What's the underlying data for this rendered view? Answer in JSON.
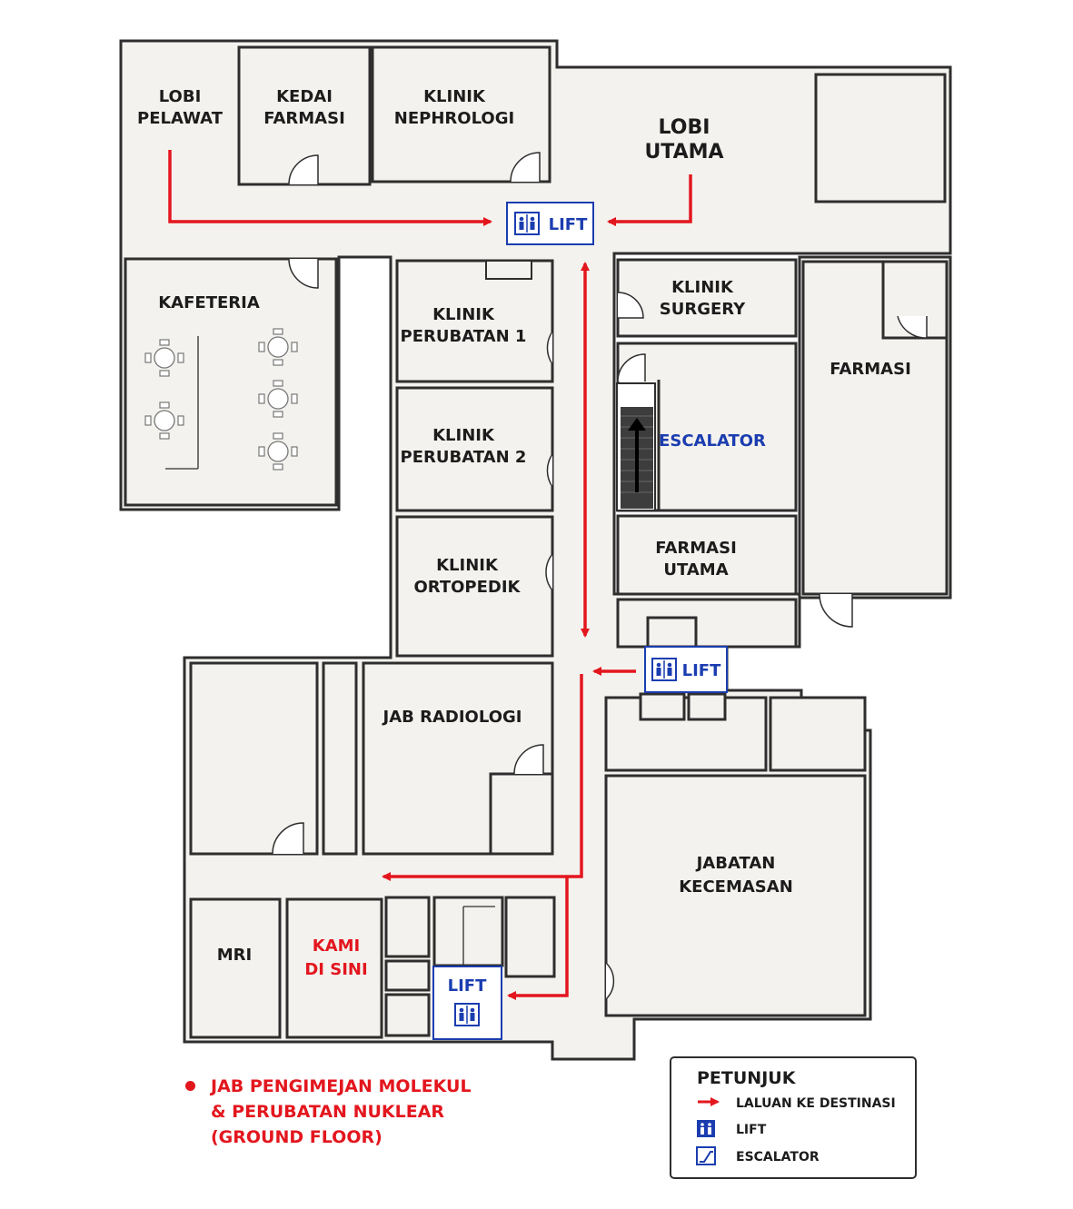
{
  "rooms": {
    "lobi_pelawat": [
      "LOBI",
      "PELAWAT"
    ],
    "kedai_farmasi": [
      "KEDAI",
      "FARMASI"
    ],
    "klinik_nephrologi": [
      "KLINIK",
      "NEPHROLOGI"
    ],
    "lobi_utama": [
      "LOBI",
      "UTAMA"
    ],
    "kafeteria": "KAFETERIA",
    "klinik_perubatan_1": [
      "KLINIK",
      "PERUBATAN 1"
    ],
    "klinik_perubatan_2": [
      "KLINIK",
      "PERUBATAN 2"
    ],
    "klinik_ortopedik": [
      "KLINIK",
      "ORTOPEDIK"
    ],
    "klinik_surgery": [
      "KLINIK",
      "SURGERY"
    ],
    "farmasi": "FARMASI",
    "escalator": "ESCALATOR",
    "farmasi_utama": [
      "FARMASI",
      "UTAMA"
    ],
    "jab_radiologi": "JAB RADIOLOGI",
    "jabatan_kecemasan": [
      "JABATAN",
      "KECEMASAN"
    ],
    "mri": "MRI",
    "kami_di_sini": [
      "KAMI",
      "DI SINI"
    ]
  },
  "lifts": {
    "top": "LIFT",
    "middle": "LIFT",
    "bottom": "LIFT"
  },
  "destination_note": "JAB  PENGIMEJAN MOLEKUL\n& PERUBATAN NUKLEAR\n(GROUND FLOOR)",
  "legend": {
    "title": "PETUNJUK",
    "items": [
      {
        "icon": "red-arrow-icon",
        "label": "LALUAN KE DESTINASI"
      },
      {
        "icon": "lift-icon",
        "label": "LIFT"
      },
      {
        "icon": "escalator-icon",
        "label": "ESCALATOR"
      }
    ]
  },
  "colors": {
    "route": "#e3161e",
    "lift_blue": "#1b3db0",
    "floor": "#f4f2ee",
    "wall": "#2e2e2e"
  }
}
